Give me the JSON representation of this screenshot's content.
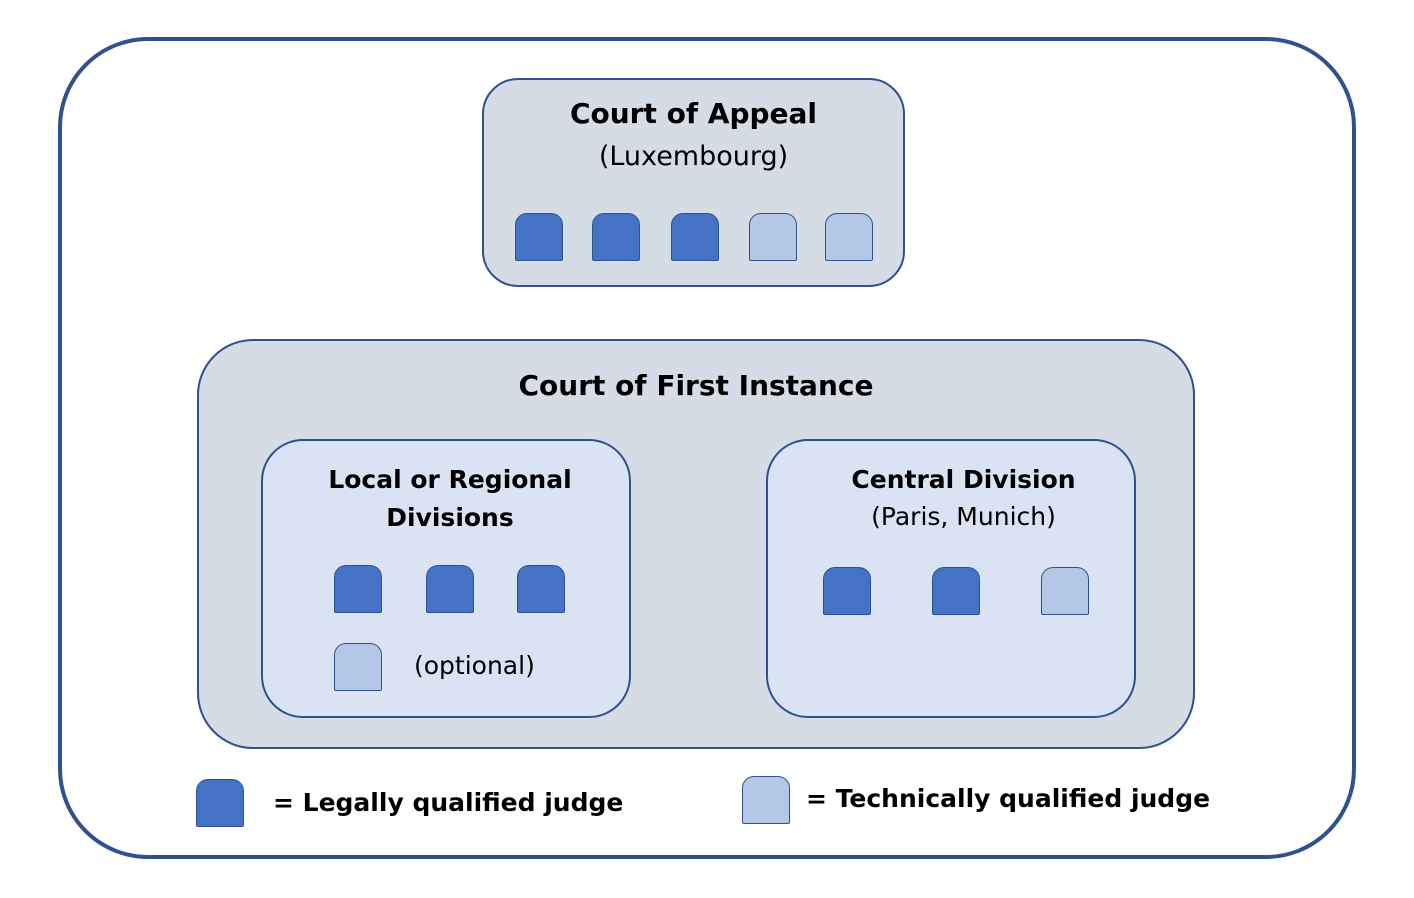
{
  "court_of_appeal": {
    "title": "Court of Appeal",
    "location": "(Luxembourg)",
    "judges": [
      "legal",
      "legal",
      "legal",
      "technical",
      "technical"
    ]
  },
  "court_of_first_instance": {
    "title": "Court of First Instance",
    "local_regional": {
      "title_line1": "Local or Regional",
      "title_line2": "Divisions",
      "judges": [
        "legal",
        "legal",
        "legal"
      ],
      "optional_judge": "technical",
      "optional_label": "(optional)"
    },
    "central": {
      "title": "Central Division",
      "location": "(Paris, Munich)",
      "judges": [
        "legal",
        "legal",
        "technical"
      ]
    }
  },
  "legend": {
    "legal_label": "= Legally qualified judge",
    "technical_label": "= Technically qualified judge"
  },
  "colors": {
    "legal": "#4472c4",
    "technical": "#b4c7e7",
    "border": "#2f528f",
    "court_fill": "#d6dce5",
    "division_fill": "#dae3f3"
  }
}
